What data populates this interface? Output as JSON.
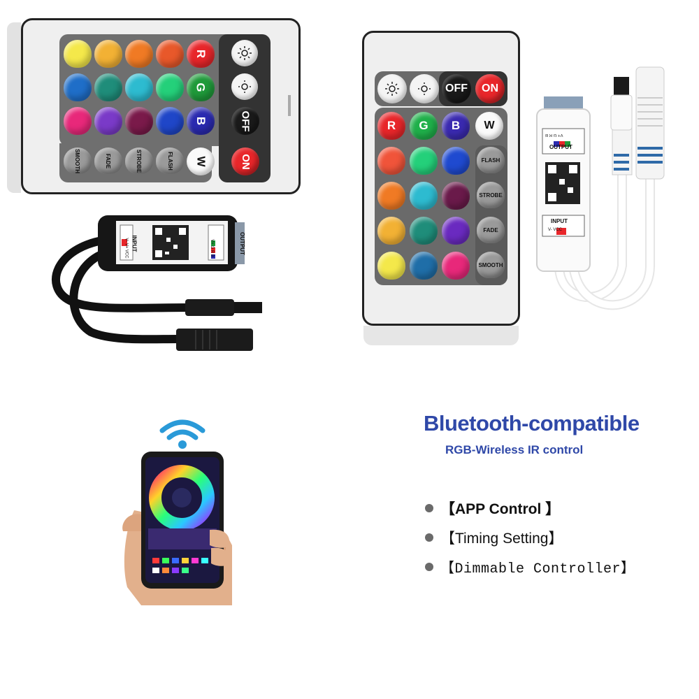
{
  "remote_horizontal": {
    "row1_colors": [
      "#f4e84a",
      "#f2b134",
      "#f07a24",
      "#e8582a"
    ],
    "row2_colors": [
      "#1f6ec8",
      "#1f8d7a",
      "#2dbbd0",
      "#24d07a"
    ],
    "row3_colors": [
      "#e8287a",
      "#7a3ac8",
      "#7a1a4a",
      "#1f46c8"
    ],
    "rgb_letters": [
      "R",
      "G",
      "B"
    ],
    "rgb_colors": [
      "#e8262a",
      "#1f9a3a",
      "#2a2ab0"
    ],
    "mode_labels": [
      "SMOOTH",
      "FADE",
      "STROBE",
      "FLASH"
    ],
    "white_label": "W",
    "off_label": "OFF",
    "on_label": "ON"
  },
  "remote_vertical": {
    "off_label": "OFF",
    "on_label": "ON",
    "rgb_letters": [
      "R",
      "G",
      "B"
    ],
    "rgb_colors": [
      "#e8262a",
      "#1fb04a",
      "#3a2ab0"
    ],
    "white_label": "W",
    "color_rows": [
      [
        "#f0543a",
        "#24d07a",
        "#1f4ad0"
      ],
      [
        "#f07a24",
        "#2dbbd0",
        "#6a1a4a"
      ],
      [
        "#f2b134",
        "#1f8d7a",
        "#6a2ac0"
      ],
      [
        "#f4e84a",
        "#1f6ea8",
        "#e8287a"
      ]
    ],
    "mode_labels": [
      "FLASH",
      "STROBE",
      "FADE",
      "SMOOTH"
    ]
  },
  "controller_black": {
    "output_label": "OUTPUT",
    "input_label": "INPUT",
    "output_pins": [
      "V+",
      "G",
      "R",
      "B"
    ],
    "input_pins": [
      "V-",
      "V+",
      "VCC"
    ]
  },
  "controller_white": {
    "output_label": "OUTPUT",
    "input_label": "INPUT",
    "output_pins": [
      "V+",
      "G",
      "R",
      "B"
    ],
    "input_pins": [
      "V-",
      "VCC"
    ]
  },
  "text": {
    "title": "Bluetooth-compatible",
    "subtitle": "RGB-Wireless IR control",
    "features": [
      "【APP Control 】",
      "【Timing Setting】",
      "【Dimmable Controller】"
    ]
  },
  "colors": {
    "title_blue": "#2f48a8",
    "panel_gray": "#6f6f6f",
    "on_red": "#e8262a",
    "off_black": "#1a1a1a"
  }
}
